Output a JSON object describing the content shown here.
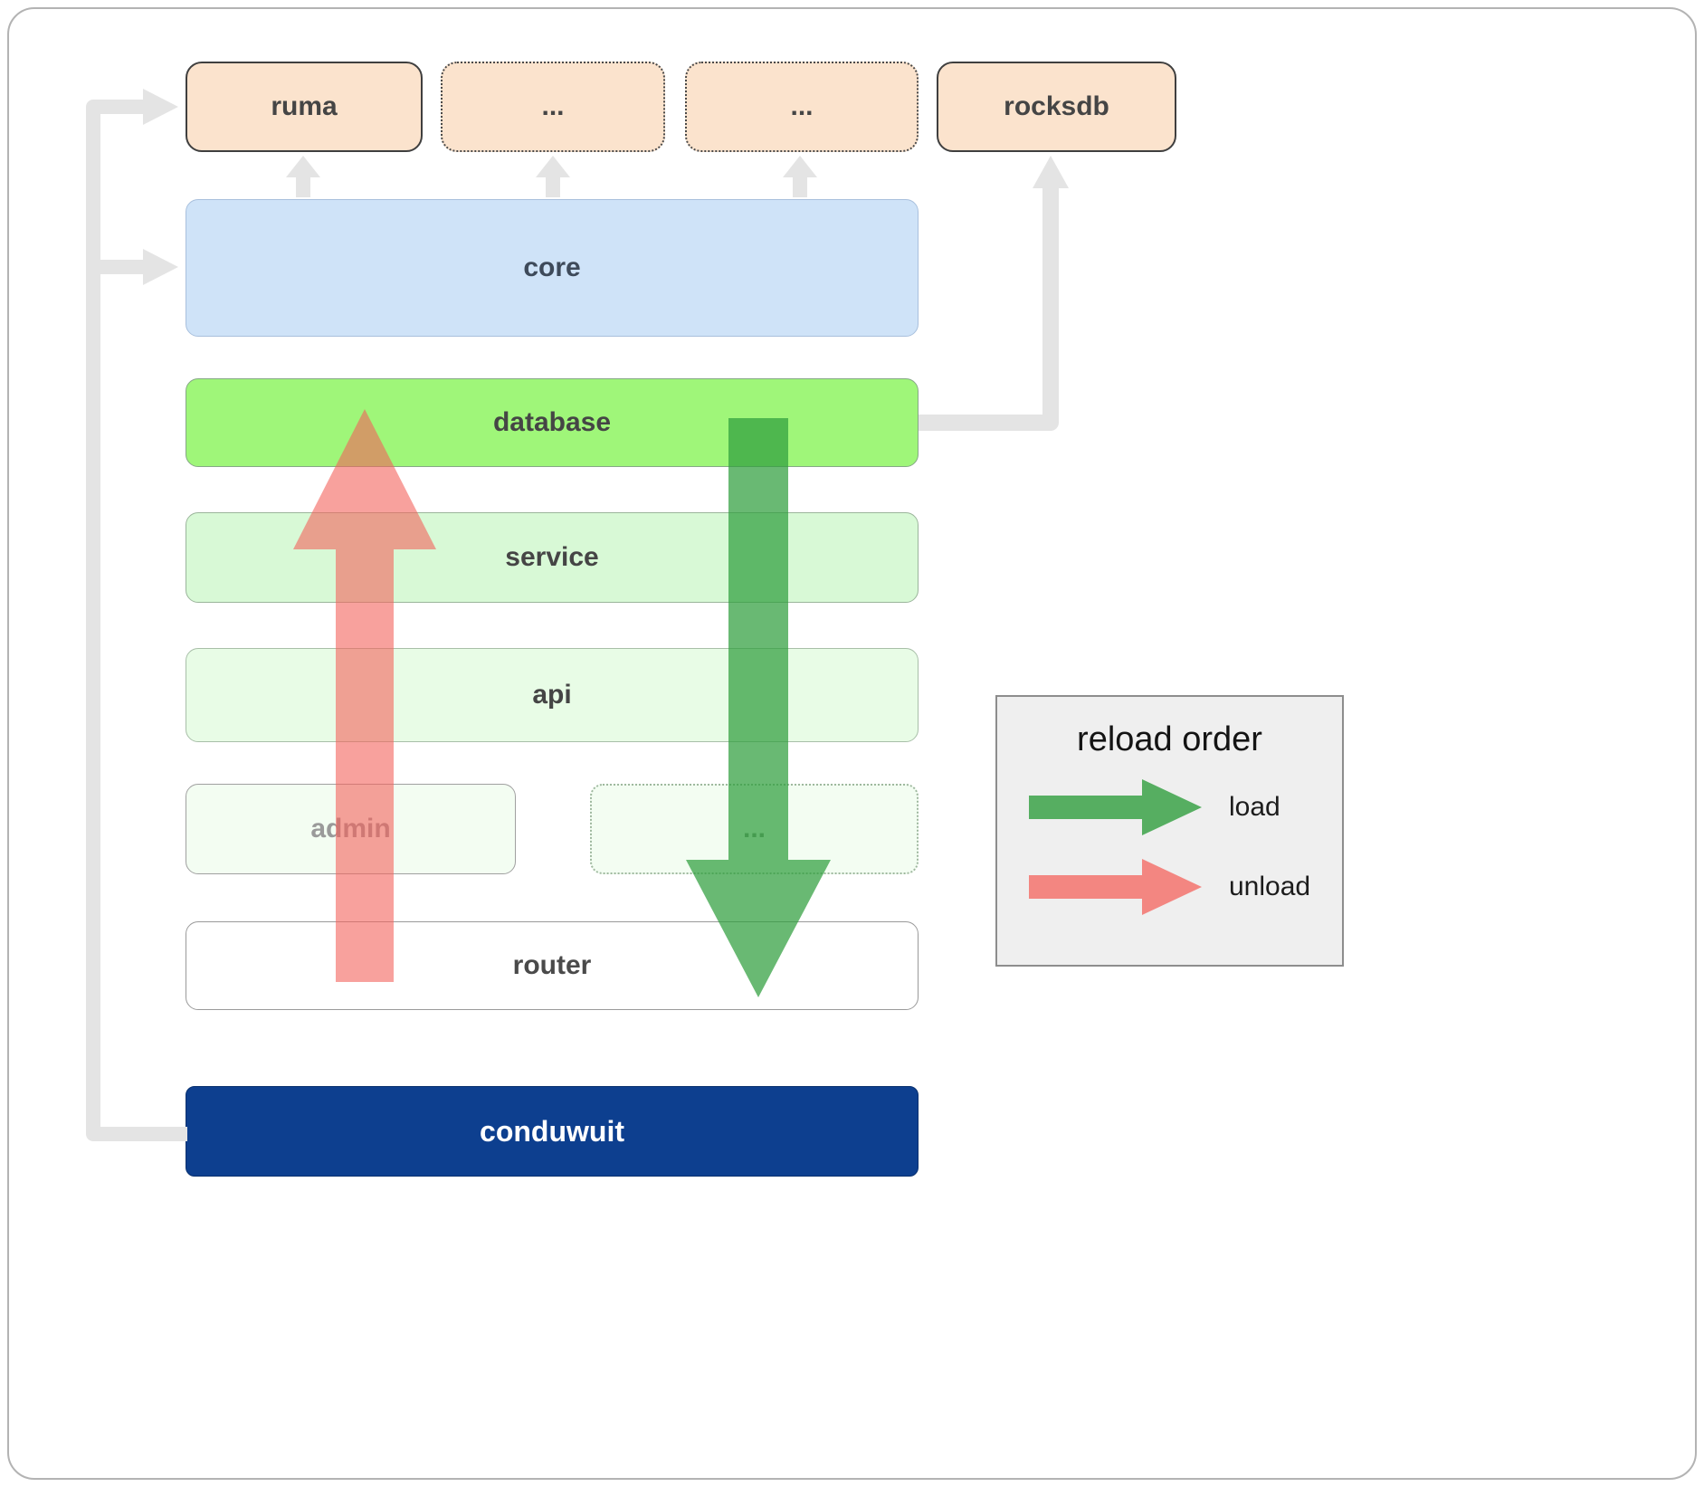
{
  "boxes": {
    "ruma": "ruma",
    "dots_top_1": "...",
    "dots_top_2": "...",
    "rocksdb": "rocksdb",
    "core": "core",
    "database": "database",
    "service": "service",
    "api": "api",
    "admin": "admin",
    "dots_mid": "...",
    "router": "router",
    "conduwuit": "conduwuit"
  },
  "legend": {
    "title": "reload order",
    "load_label": "load",
    "unload_label": "unload"
  },
  "colors": {
    "peach": "#fbe3cd",
    "core_blue": "#cfe3f8",
    "database_green": "#9ff679",
    "service_green": "#d8f9d6",
    "api_green": "#e8fce6",
    "admin_green": "#f3fdf2",
    "dots_mid_green": "#f3fdf2",
    "router_white": "#ffffff",
    "conduwuit_navy": "#0d3f8f",
    "load_arrow": "#2f9e3d",
    "unload_arrow": "#f4635c",
    "connector_gray": "#e4e4e4"
  }
}
